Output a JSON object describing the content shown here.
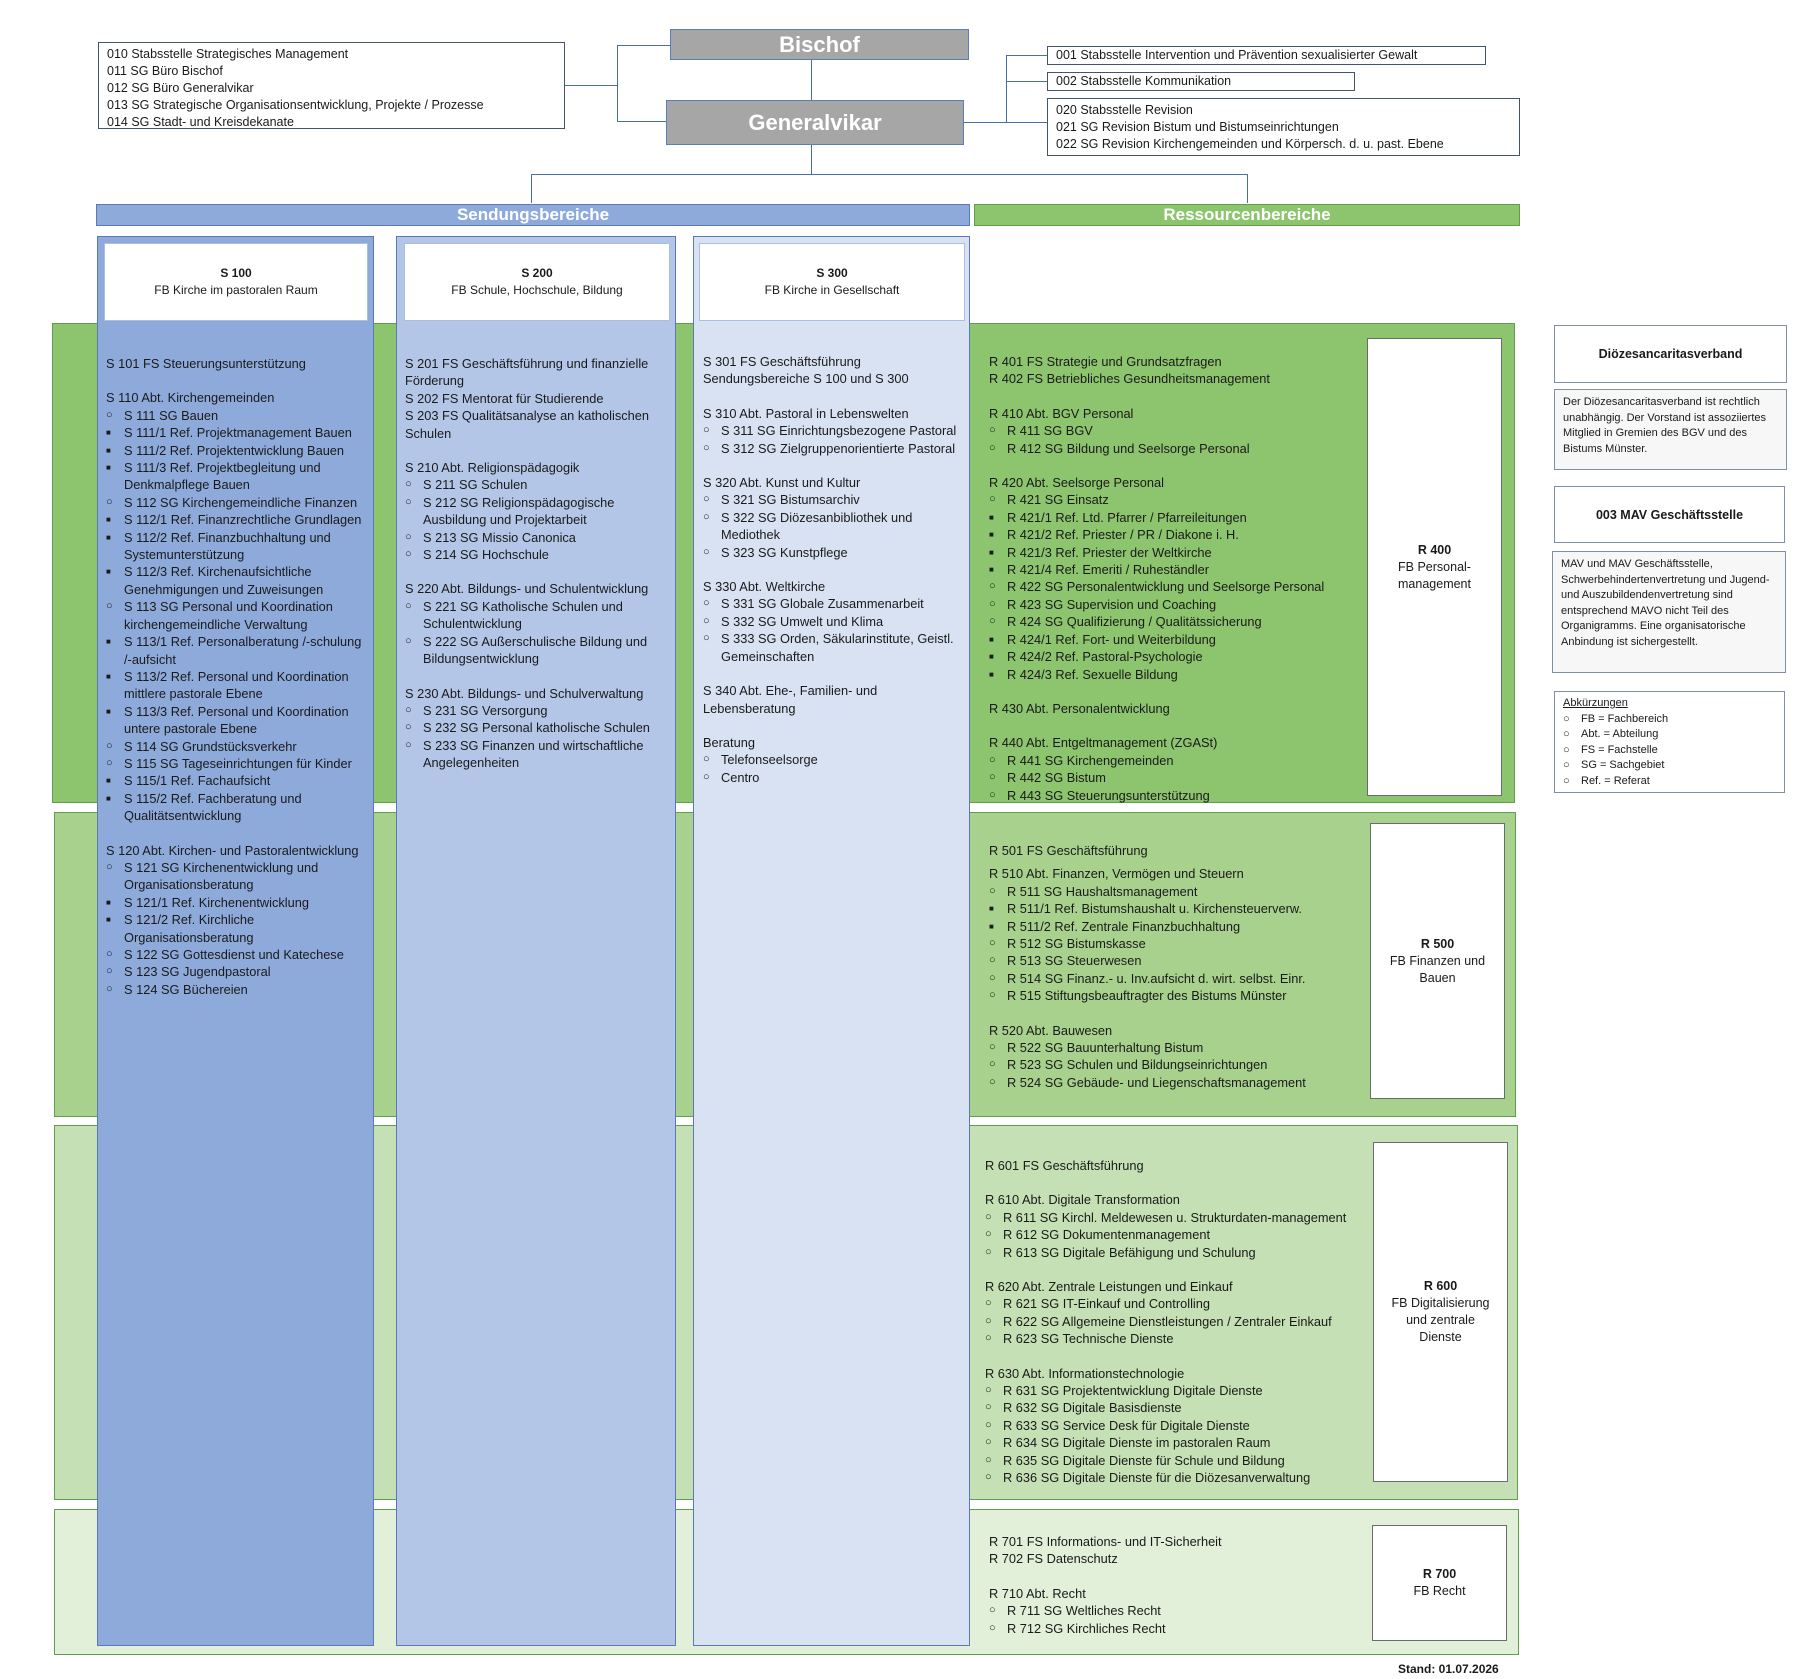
{
  "top": {
    "bishop": "Bischof",
    "vicar": "Generalvikar"
  },
  "staff_left": [
    "010 Stabsstelle Strategisches Management",
    "011 SG Büro Bischof",
    "012 SG Büro Generalvikar",
    "013 SG Strategische Organisationsentwicklung, Projekte / Prozesse",
    "014 SG Stadt- und Kreisdekanate"
  ],
  "staff_right": {
    "box1": "001 Stabsstelle Intervention und Prävention sexualisierter Gewalt",
    "box2": "002 Stabsstelle Kommunikation",
    "box3": [
      "020 Stabsstelle Revision",
      "021 SG Revision Bistum und Bistumseinrichtungen",
      "022 SG Revision Kirchengemeinden und Körpersch. d. u. past. Ebene"
    ]
  },
  "bands": {
    "sendung": "Sendungsbereiche",
    "ressourcen": "Ressourcenbereiche"
  },
  "columns": [
    {
      "code": "S 100",
      "name": "FB Kirche im pastoralen Raum",
      "items": [
        {
          "t": "S 101 FS Steuerungsunterstützung"
        },
        {
          "gap": true
        },
        {
          "t": "S 110 Abt. Kirchengemeinden"
        },
        {
          "b": "o",
          "t": "S 111 SG Bauen"
        },
        {
          "b": "sq",
          "t": "S 111/1 Ref. Projektmanagement Bauen"
        },
        {
          "b": "sq",
          "t": "S 111/2 Ref. Projektentwicklung Bauen"
        },
        {
          "b": "sq",
          "t": "S 111/3 Ref. Projektbegleitung und Denkmalpflege Bauen"
        },
        {
          "b": "o",
          "t": "S 112 SG Kirchengemeindliche Finanzen"
        },
        {
          "b": "sq",
          "t": "S 112/1 Ref. Finanzrechtliche Grundlagen"
        },
        {
          "b": "sq",
          "t": "S 112/2 Ref. Finanzbuchhaltung und Systemunterstützung"
        },
        {
          "b": "sq",
          "t": "S 112/3 Ref. Kirchenaufsichtliche Genehmigungen und Zuweisungen"
        },
        {
          "b": "o",
          "t": "S 113 SG Personal und Koordination kirchengemeindliche Verwaltung"
        },
        {
          "b": "sq",
          "t": "S 113/1  Ref. Personalberatung /-schulung /-aufsicht"
        },
        {
          "b": "sq",
          "t": "S 113/2 Ref. Personal und Koordination mittlere pastorale Ebene"
        },
        {
          "b": "sq",
          "t": "S 113/3 Ref. Personal und Koordination untere pastorale Ebene"
        },
        {
          "b": "o",
          "t": "S 114 SG Grundstücksverkehr"
        },
        {
          "b": "o",
          "t": "S 115 SG Tageseinrichtungen für Kinder"
        },
        {
          "b": "sq",
          "t": "S 115/1 Ref. Fachaufsicht"
        },
        {
          "b": "sq",
          "t": "S 115/2 Ref. Fachberatung und Qualitätsentwicklung"
        },
        {
          "gap": true
        },
        {
          "t": "S 120 Abt. Kirchen- und Pastoralentwicklung"
        },
        {
          "b": "o",
          "t": "S 121 SG Kirchenentwicklung und Organisationsberatung"
        },
        {
          "b": "sq",
          "t": "S 121/1 Ref. Kirchenentwicklung"
        },
        {
          "b": "sq",
          "t": "S 121/2 Ref. Kirchliche Organisationsberatung"
        },
        {
          "b": "o",
          "t": "S 122 SG Gottesdienst und Katechese"
        },
        {
          "b": "o",
          "t": "S 123 SG Jugendpastoral"
        },
        {
          "b": "o",
          "t": "S 124 SG Büchereien"
        }
      ]
    },
    {
      "code": "S 200",
      "name": "FB Schule, Hochschule, Bildung",
      "items": [
        {
          "t": "S 201 FS Geschäftsführung und finanzielle Förderung"
        },
        {
          "t": "S 202 FS Mentorat für Studierende"
        },
        {
          "t": "S 203 FS Qualitätsanalyse an katholischen Schulen"
        },
        {
          "gap": true
        },
        {
          "t": "S 210 Abt. Religionspädagogik"
        },
        {
          "b": "o",
          "t": "S 211 SG Schulen"
        },
        {
          "b": "o",
          "t": "S 212 SG Religionspädagogische Ausbildung und Projektarbeit"
        },
        {
          "b": "o",
          "t": "S 213 SG Missio Canonica"
        },
        {
          "b": "o",
          "t": "S 214 SG Hochschule"
        },
        {
          "gap": true
        },
        {
          "t": "S 220 Abt. Bildungs- und Schulentwicklung"
        },
        {
          "b": "o",
          "t": "S 221 SG Katholische Schulen und Schulentwicklung"
        },
        {
          "b": "o",
          "t": "S 222 SG Außerschulische Bildung und Bildungsentwicklung"
        },
        {
          "gap": true
        },
        {
          "t": "S 230 Abt. Bildungs- und Schulverwaltung"
        },
        {
          "b": "o",
          "t": "S 231 SG Versorgung"
        },
        {
          "b": "o",
          "t": "S 232 SG Personal katholische Schulen"
        },
        {
          "b": "o",
          "t": "S 233 SG Finanzen und wirtschaftliche Angelegenheiten"
        }
      ]
    },
    {
      "code": "S 300",
      "name": "FB Kirche in Gesellschaft",
      "items": [
        {
          "t": "S 301 FS Geschäftsführung Sendungsbereiche S 100 und S 300"
        },
        {
          "gap": true
        },
        {
          "t": "S 310 Abt. Pastoral in Lebenswelten"
        },
        {
          "b": "o",
          "t": "S 311 SG Einrichtungsbezogene Pastoral"
        },
        {
          "b": "o",
          "t": "S 312 SG Zielgruppenorientierte Pastoral"
        },
        {
          "gap": true
        },
        {
          "t": "S 320 Abt. Kunst und Kultur"
        },
        {
          "b": "o",
          "t": "S 321 SG Bistumsarchiv"
        },
        {
          "b": "o",
          "t": "S 322 SG Diözesanbibliothek und Mediothek"
        },
        {
          "b": "o",
          "t": "S 323 SG Kunstpflege"
        },
        {
          "gap": true
        },
        {
          "t": "S 330 Abt. Weltkirche"
        },
        {
          "b": "o",
          "t": "S 331 SG Globale Zusammenarbeit"
        },
        {
          "b": "o",
          "t": "S 332 SG Umwelt und Klima"
        },
        {
          "b": "o",
          "t": "S 333 SG Orden, Säkularinstitute, Geistl. Gemeinschaften"
        },
        {
          "gap": true
        },
        {
          "t": "S 340 Abt. Ehe-, Familien- und Lebensberatung"
        },
        {
          "gap": true
        },
        {
          "t": "Beratung"
        },
        {
          "b": "o",
          "t": "Telefonseelsorge"
        },
        {
          "b": "o",
          "t": "Centro"
        }
      ]
    }
  ],
  "resource_bands": [
    {
      "code": "R 400",
      "name": "FB Personal-management",
      "items": [
        {
          "t": "R 401 FS Strategie und Grundsatzfragen"
        },
        {
          "t": "R 402 FS Betriebliches Gesundheitsmanagement"
        },
        {
          "gap": true
        },
        {
          "t": "R 410 Abt. BGV Personal"
        },
        {
          "b": "o",
          "t": "R 411 SG BGV"
        },
        {
          "b": "o",
          "t": "R 412 SG Bildung und Seelsorge Personal"
        },
        {
          "gap": true
        },
        {
          "t": "R 420 Abt. Seelsorge Personal"
        },
        {
          "b": "o",
          "t": "R 421 SG Einsatz"
        },
        {
          "b": "sq",
          "t": "R 421/1 Ref. Ltd. Pfarrer / Pfarreileitungen"
        },
        {
          "b": "sq",
          "t": "R 421/2 Ref. Priester / PR / Diakone i. H."
        },
        {
          "b": "sq",
          "t": "R 421/3 Ref. Priester der Weltkirche"
        },
        {
          "b": "sq",
          "t": "R 421/4 Ref. Emeriti / Ruheständler"
        },
        {
          "b": "o",
          "t": "R 422 SG Personalentwicklung und Seelsorge Personal"
        },
        {
          "b": "o",
          "t": "R 423 SG Supervision und Coaching"
        },
        {
          "b": "o",
          "t": "R 424 SG Qualifizierung / Qualitätssicherung"
        },
        {
          "b": "sq",
          "t": "R 424/1 Ref. Fort- und Weiterbildung"
        },
        {
          "b": "sq",
          "t": "R 424/2 Ref. Pastoral-Psychologie"
        },
        {
          "b": "sq",
          "t": "R 424/3 Ref. Sexuelle Bildung"
        },
        {
          "gap": true
        },
        {
          "t": "R 430 Abt. Personalentwicklung"
        },
        {
          "gap": true
        },
        {
          "t": "R 440 Abt. Entgeltmanagement (ZGASt)"
        },
        {
          "b": "o",
          "t": "R 441 SG Kirchengemeinden"
        },
        {
          "b": "o",
          "t": "R 442 SG Bistum"
        },
        {
          "b": "o",
          "t": "R 443 SG Steuerungsunterstützung"
        }
      ]
    },
    {
      "code": "R 500",
      "name": "FB Finanzen und Bauen",
      "items": [
        {
          "t": "R 501 FS Geschäftsführung"
        },
        {
          "half": true
        },
        {
          "t": "R 510 Abt. Finanzen, Vermögen und Steuern"
        },
        {
          "b": "o",
          "t": "R 511 SG Haushaltsmanagement"
        },
        {
          "b": "sq",
          "t": "R 511/1 Ref. Bistumshaushalt u. Kirchensteuerverw."
        },
        {
          "b": "sq",
          "t": "R 511/2 Ref. Zentrale Finanzbuchhaltung"
        },
        {
          "b": "o",
          "t": "R 512 SG Bistumskasse"
        },
        {
          "b": "o",
          "t": "R 513 SG Steuerwesen"
        },
        {
          "b": "o",
          "t": "R 514 SG Finanz.- u. Inv.aufsicht d. wirt. selbst. Einr."
        },
        {
          "b": "o",
          "t": "R 515 Stiftungsbeauftragter des Bistums Münster"
        },
        {
          "gap": true
        },
        {
          "t": "R 520 Abt. Bauwesen"
        },
        {
          "b": "o",
          "t": "R 522 SG Bauunterhaltung Bistum"
        },
        {
          "b": "o",
          "t": "R 523 SG Schulen und Bildungseinrichtungen"
        },
        {
          "b": "o",
          "t": "R 524 SG Gebäude- und Liegenschaftsmanagement"
        }
      ]
    },
    {
      "code": "R 600",
      "name": "FB Digitalisierung und zentrale Dienste",
      "items": [
        {
          "t": "R 601 FS Geschäftsführung"
        },
        {
          "gap": true
        },
        {
          "t": "R 610 Abt. Digitale Transformation"
        },
        {
          "b": "o",
          "t": "R 611 SG Kirchl. Meldewesen u. Strukturdaten-management"
        },
        {
          "b": "o",
          "t": "R 612 SG Dokumentenmanagement"
        },
        {
          "b": "o",
          "t": "R 613 SG Digitale Befähigung und Schulung"
        },
        {
          "gap": true
        },
        {
          "t": "R 620 Abt. Zentrale Leistungen und Einkauf"
        },
        {
          "b": "o",
          "t": "R 621 SG IT-Einkauf und Controlling"
        },
        {
          "b": "o",
          "t": "R 622 SG Allgemeine Dienstleistungen / Zentraler Einkauf"
        },
        {
          "b": "o",
          "t": "R 623 SG Technische Dienste"
        },
        {
          "gap": true
        },
        {
          "t": "R 630 Abt. Informationstechnologie"
        },
        {
          "b": "o",
          "t": "R 631 SG Projektentwicklung Digitale Dienste"
        },
        {
          "b": "o",
          "t": "R 632 SG Digitale Basisdienste"
        },
        {
          "b": "o",
          "t": "R 633 SG Service Desk für Digitale Dienste"
        },
        {
          "b": "o",
          "t": "R 634 SG Digitale Dienste im pastoralen Raum"
        },
        {
          "b": "o",
          "t": "R 635 SG Digitale Dienste für Schule und Bildung"
        },
        {
          "b": "o",
          "t": "R 636 SG Digitale Dienste für die Diözesanverwaltung"
        }
      ]
    },
    {
      "code": "R 700",
      "name": "FB Recht",
      "items": [
        {
          "t": "R 701 FS Informations- und IT-Sicherheit"
        },
        {
          "t": "R 702 FS Datenschutz"
        },
        {
          "gap": true
        },
        {
          "t": "R 710 Abt. Recht"
        },
        {
          "b": "o",
          "t": "R 711 SG Weltliches Recht"
        },
        {
          "b": "o",
          "t": "R 712 SG Kirchliches Recht"
        }
      ]
    }
  ],
  "sidebar": {
    "caritas_title": "Diözesancaritasverband",
    "caritas_text": "Der Diözesancaritasverband ist rechtlich unabhängig. Der Vorstand ist assoziiertes Mitglied in Gremien des BGV und des Bistums Münster.",
    "mav_title": "003  MAV Geschäftsstelle",
    "mav_text": "MAV und MAV Geschäftsstelle, Schwerbehindertenvertretung und Jugend- und Auszubildendenvertretung sind entsprechend MAVO nicht Teil des Organigramms. Eine organisatorische Anbindung ist sichergestellt.",
    "abbr_title": "Abkürzungen",
    "abbr_items": [
      "FB = Fachbereich",
      "Abt. = Abteilung",
      "FS = Fachstelle",
      "SG = Sachgebiet",
      "Ref. = Referat"
    ]
  },
  "footer": "Stand: 01.07.2026",
  "colors": {
    "sendung_header": "#8eaadb",
    "ressourcen_header": "#8dc46e",
    "s100": "#8eaadb",
    "s200": "#b4c6e7",
    "s300": "#d9e2f3",
    "r400": "#8dc46e",
    "r500": "#a9d18e",
    "r600": "#c5e0b4",
    "r700": "#e2efd9"
  }
}
